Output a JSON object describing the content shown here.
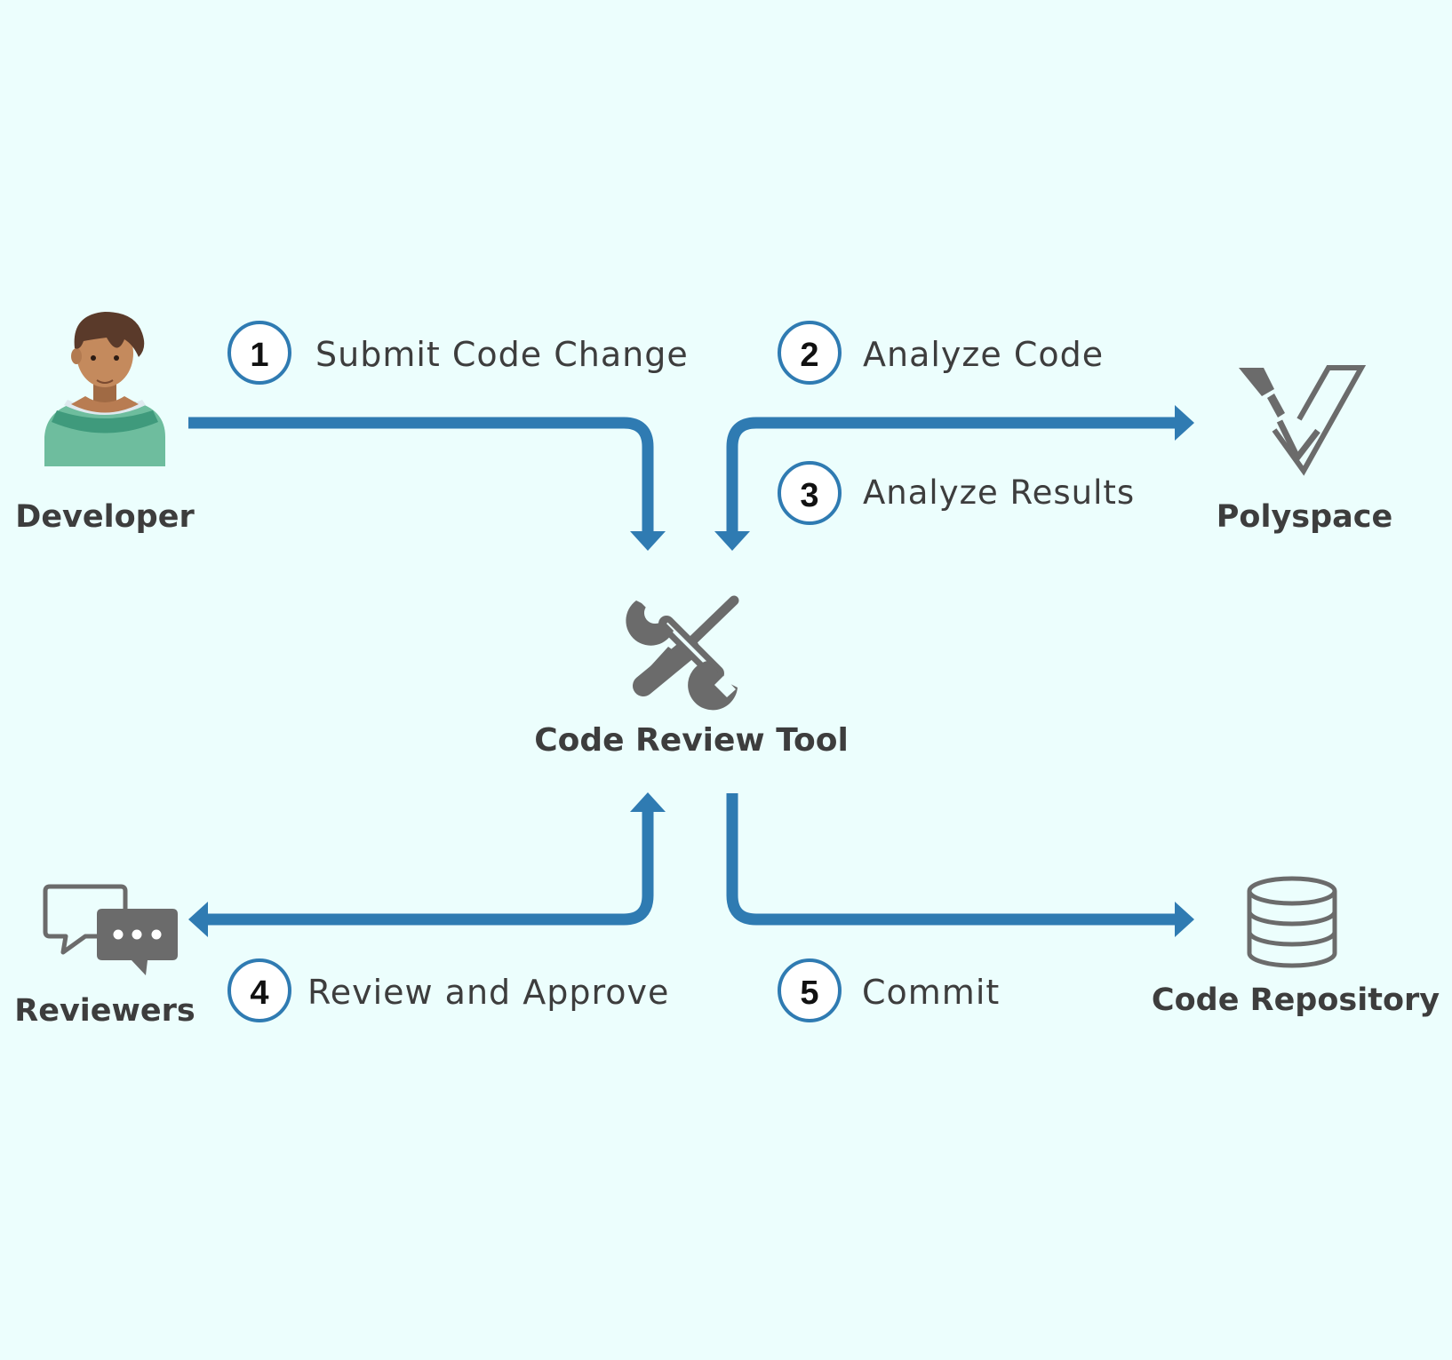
{
  "actors": {
    "developer": {
      "label": "Developer",
      "icon": "developer-person-icon"
    },
    "polyspace": {
      "label": "Polyspace",
      "icon": "polyspace-logo-icon"
    },
    "code_review_tool": {
      "label": "Code Review Tool",
      "icon": "wrench-screwdriver-icon"
    },
    "reviewers": {
      "label": "Reviewers",
      "icon": "chat-bubbles-icon"
    },
    "code_repository": {
      "label": "Code Repository",
      "icon": "database-icon"
    }
  },
  "steps": [
    {
      "number": "1",
      "label": "Submit Code Change"
    },
    {
      "number": "2",
      "label": "Analyze Code"
    },
    {
      "number": "3",
      "label": "Analyze Results"
    },
    {
      "number": "4",
      "label": "Review and Approve"
    },
    {
      "number": "5",
      "label": "Commit"
    }
  ],
  "colors": {
    "background": "#ecfefd",
    "arrow": "#2f7bb2",
    "icon_gray": "#6b6b6b",
    "text": "#3d3d3d",
    "badge_border": "#2f7bb2"
  }
}
